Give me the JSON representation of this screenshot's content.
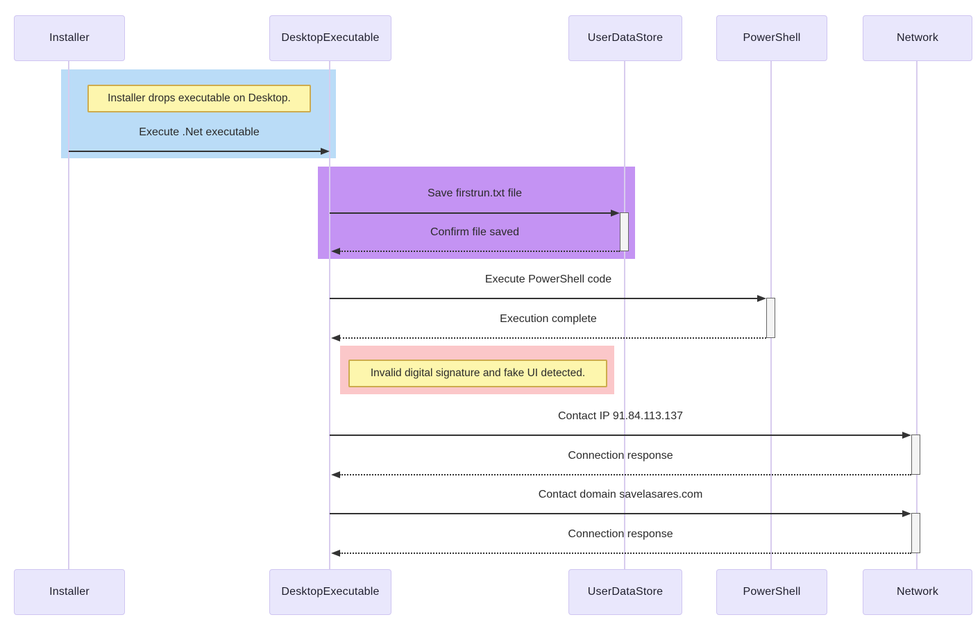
{
  "diagram": {
    "type": "sequence",
    "actors": [
      {
        "label": "Installer"
      },
      {
        "label": "DesktopExecutable"
      },
      {
        "label": "UserDataStore"
      },
      {
        "label": "PowerShell"
      },
      {
        "label": "Network"
      }
    ],
    "messages": [
      {
        "from": "Installer",
        "to": "DesktopExecutable",
        "label": "Execute .Net executable",
        "line": "solid"
      },
      {
        "from": "DesktopExecutable",
        "to": "UserDataStore",
        "label": "Save firstrun.txt file",
        "line": "solid"
      },
      {
        "from": "UserDataStore",
        "to": "DesktopExecutable",
        "label": "Confirm file saved",
        "line": "dotted"
      },
      {
        "from": "DesktopExecutable",
        "to": "PowerShell",
        "label": "Execute PowerShell code",
        "line": "solid"
      },
      {
        "from": "PowerShell",
        "to": "DesktopExecutable",
        "label": "Execution complete",
        "line": "dotted"
      },
      {
        "from": "DesktopExecutable",
        "to": "Network",
        "label": "Contact IP 91.84.113.137",
        "line": "solid"
      },
      {
        "from": "Network",
        "to": "DesktopExecutable",
        "label": "Connection response",
        "line": "dotted"
      },
      {
        "from": "DesktopExecutable",
        "to": "Network",
        "label": "Contact domain savelasares.com",
        "line": "solid"
      },
      {
        "from": "Network",
        "to": "DesktopExecutable",
        "label": "Connection response",
        "line": "dotted"
      }
    ],
    "notes": [
      {
        "text": "Installer drops executable on Desktop."
      },
      {
        "text": "Invalid digital signature and fake UI detected."
      }
    ],
    "colors": {
      "highlight_blue": "#badcf7",
      "highlight_purple": "#c493f3",
      "highlight_pink": "#fbc7c9",
      "note_fill": "#fdf6ad",
      "note_border": "#cdab4e",
      "actor_fill": "#e9e7fc",
      "actor_border": "#cfc5f1",
      "lifeline": "#d8ccee",
      "arrow": "#333333",
      "activation_fill": "#f4f4f4",
      "activation_border": "#666666"
    }
  }
}
